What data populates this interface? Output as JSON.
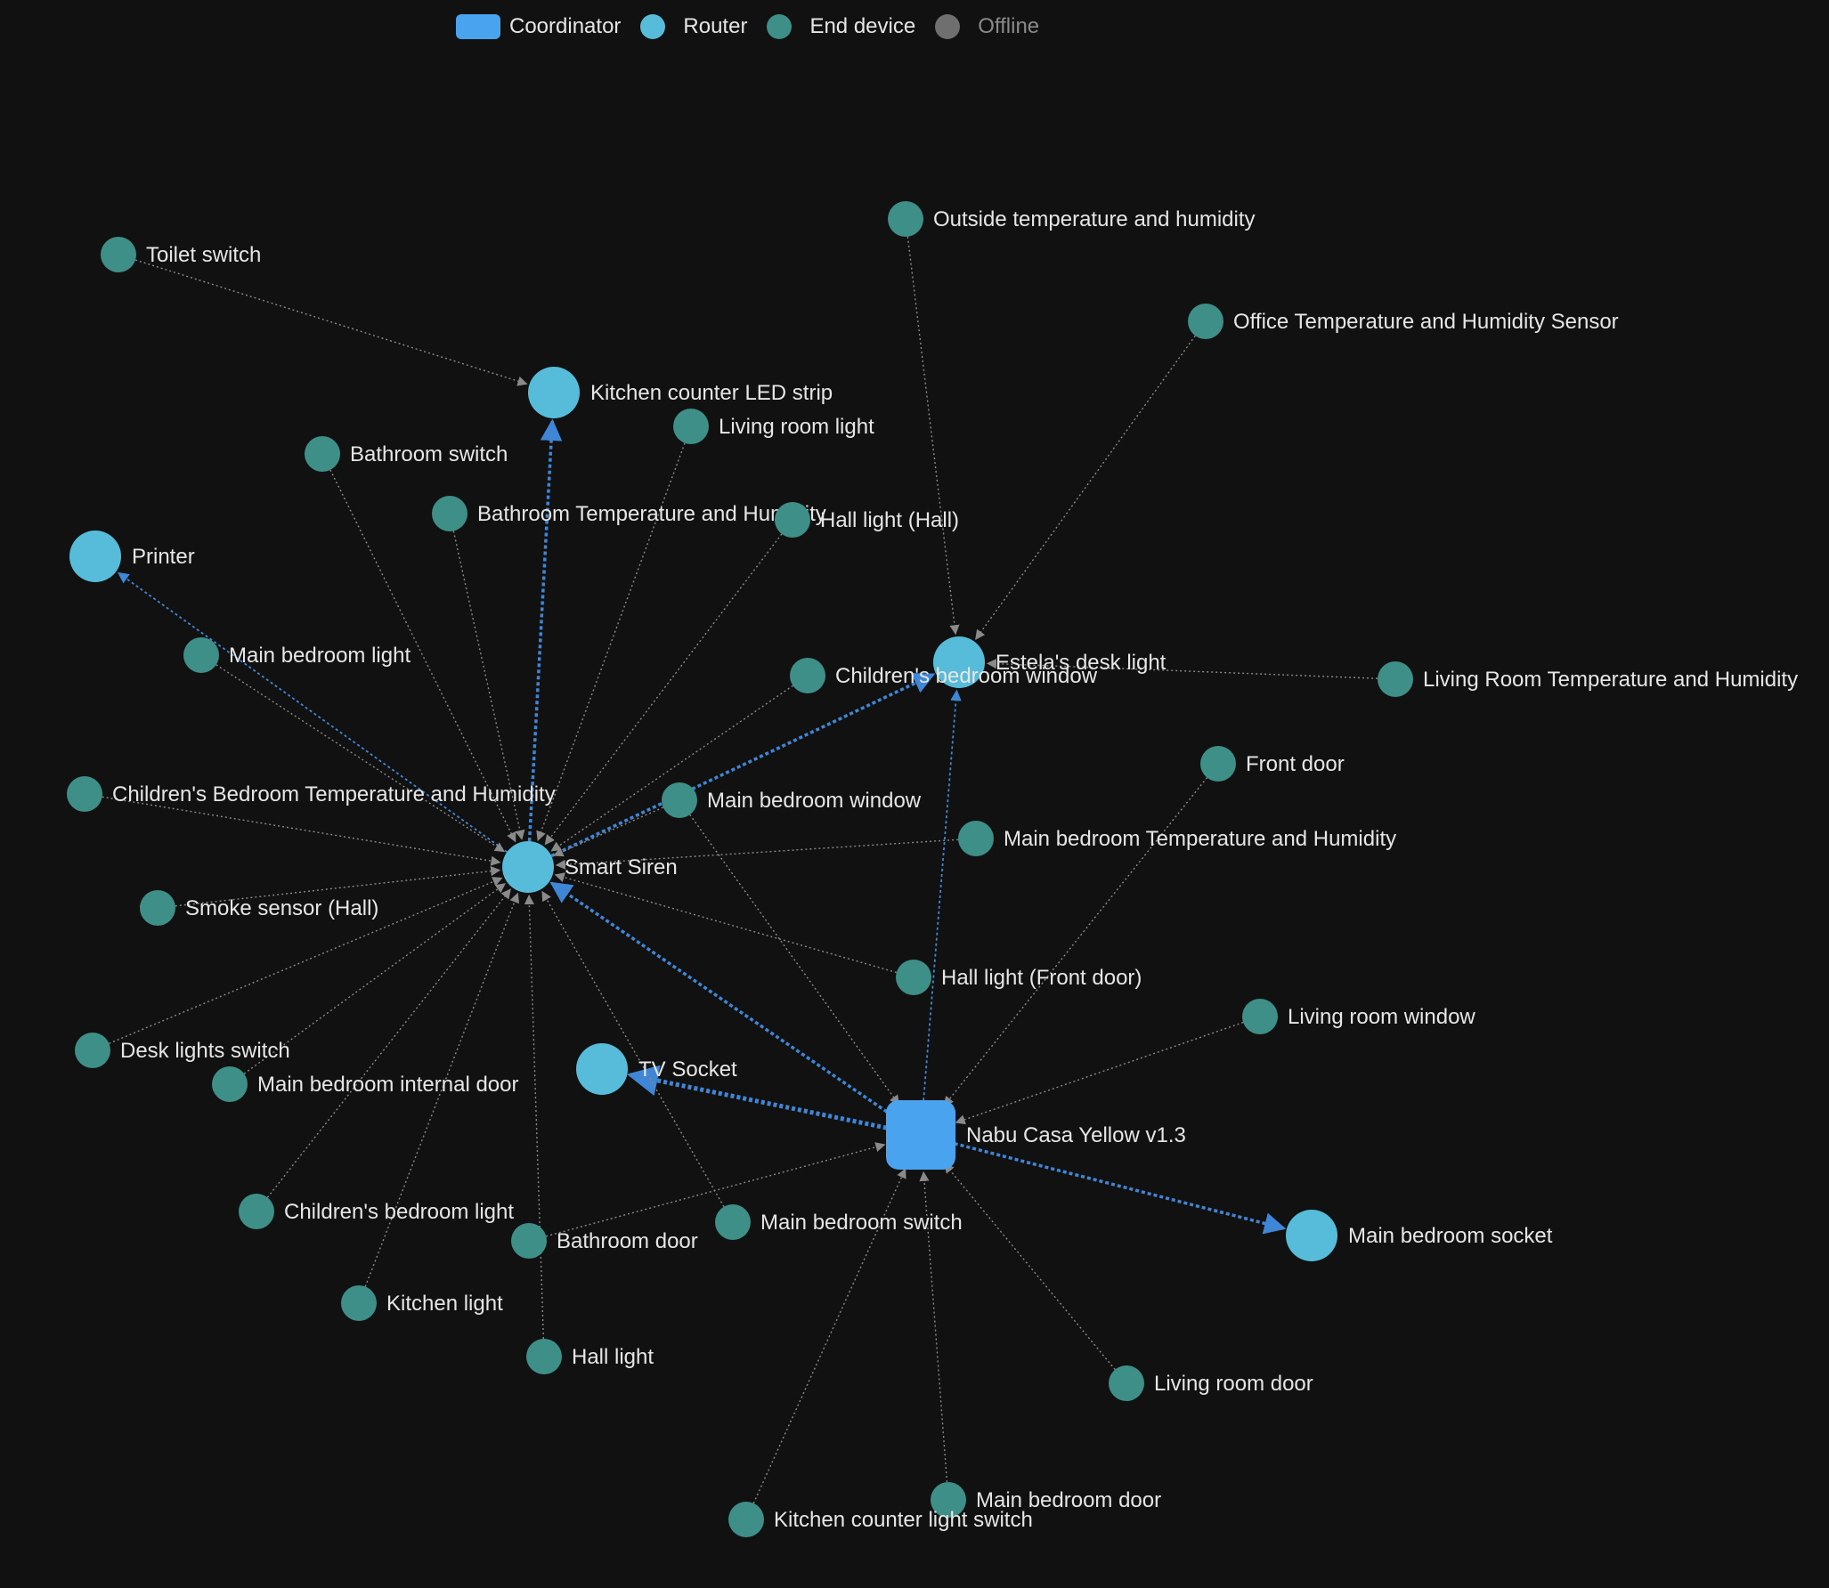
{
  "colors": {
    "background": "#111111",
    "coordinator": "#4aa3ee",
    "router": "#56bcd9",
    "end_device": "#3d8f87",
    "offline": "#6f6f6f",
    "label": "#e6e6e6",
    "legend_offline_text": "#8a8a8a",
    "edge_main": "#3f87d6",
    "edge_minor": "#8a8a8a"
  },
  "legend": [
    {
      "kind": "coordinator",
      "label": "Coordinator"
    },
    {
      "kind": "router",
      "label": "Router"
    },
    {
      "kind": "end_device",
      "label": "End device"
    },
    {
      "kind": "offline",
      "label": "Offline"
    }
  ],
  "nodes": [
    {
      "id": "nabu",
      "label": "Nabu Casa Yellow v1.3",
      "kind": "coordinator"
    },
    {
      "id": "siren",
      "label": "Smart Siren",
      "kind": "router"
    },
    {
      "id": "kitchen_led",
      "label": "Kitchen counter LED strip",
      "kind": "router"
    },
    {
      "id": "printer",
      "label": "Printer",
      "kind": "router"
    },
    {
      "id": "estela",
      "label": "Estela's desk light",
      "kind": "router"
    },
    {
      "id": "tv_socket",
      "label": "TV Socket",
      "kind": "router"
    },
    {
      "id": "mb_socket",
      "label": "Main bedroom socket",
      "kind": "router"
    },
    {
      "id": "toilet_switch",
      "label": "Toilet switch",
      "kind": "end_device"
    },
    {
      "id": "outside_temp",
      "label": "Outside temperature and humidity",
      "kind": "end_device"
    },
    {
      "id": "office_temp",
      "label": "Office Temperature and Humidity Sensor",
      "kind": "end_device"
    },
    {
      "id": "living_light",
      "label": "Living room light",
      "kind": "end_device"
    },
    {
      "id": "bath_switch",
      "label": "Bathroom switch",
      "kind": "end_device"
    },
    {
      "id": "bath_temp",
      "label": "Bathroom Temperature and Humidity",
      "kind": "end_device"
    },
    {
      "id": "hall_light_hall",
      "label": "Hall light (Hall)",
      "kind": "end_device"
    },
    {
      "id": "mb_light",
      "label": "Main bedroom light",
      "kind": "end_device"
    },
    {
      "id": "child_window",
      "label": "Children's bedroom window",
      "kind": "end_device"
    },
    {
      "id": "living_temp",
      "label": "Living Room Temperature and Humidity",
      "kind": "end_device"
    },
    {
      "id": "front_door",
      "label": "Front door",
      "kind": "end_device"
    },
    {
      "id": "child_temp",
      "label": "Children's Bedroom Temperature and Humidity",
      "kind": "end_device"
    },
    {
      "id": "mb_window",
      "label": "Main bedroom window",
      "kind": "end_device"
    },
    {
      "id": "mb_temp",
      "label": "Main bedroom Temperature and Humidity",
      "kind": "end_device"
    },
    {
      "id": "smoke",
      "label": "Smoke sensor (Hall)",
      "kind": "end_device"
    },
    {
      "id": "hall_light_front",
      "label": "Hall light (Front door)",
      "kind": "end_device"
    },
    {
      "id": "living_window",
      "label": "Living room window",
      "kind": "end_device"
    },
    {
      "id": "desk_switch",
      "label": "Desk lights switch",
      "kind": "end_device"
    },
    {
      "id": "mb_internal_door",
      "label": "Main bedroom internal door",
      "kind": "end_device"
    },
    {
      "id": "child_light",
      "label": "Children's bedroom light",
      "kind": "end_device"
    },
    {
      "id": "mb_switch",
      "label": "Main bedroom switch",
      "kind": "end_device"
    },
    {
      "id": "bath_door",
      "label": "Bathroom door",
      "kind": "end_device"
    },
    {
      "id": "kitchen_light",
      "label": "Kitchen light",
      "kind": "end_device"
    },
    {
      "id": "hall_light",
      "label": "Hall light",
      "kind": "end_device"
    },
    {
      "id": "living_door",
      "label": "Living room door",
      "kind": "end_device"
    },
    {
      "id": "mb_door",
      "label": "Main bedroom door",
      "kind": "end_device"
    },
    {
      "id": "kitchen_switch",
      "label": "Kitchen counter light switch",
      "kind": "end_device"
    }
  ],
  "edges": [
    {
      "from": "nabu",
      "to": "siren",
      "style": "main"
    },
    {
      "from": "nabu",
      "to": "tv_socket",
      "style": "main-thick"
    },
    {
      "from": "nabu",
      "to": "mb_socket",
      "style": "main"
    },
    {
      "from": "nabu",
      "to": "estela",
      "style": "main-thin"
    },
    {
      "from": "siren",
      "to": "kitchen_led",
      "style": "main"
    },
    {
      "from": "siren",
      "to": "estela",
      "style": "main"
    },
    {
      "from": "siren",
      "to": "printer",
      "style": "main-thin"
    },
    {
      "from": "toilet_switch",
      "to": "kitchen_led",
      "style": "minor"
    },
    {
      "from": "outside_temp",
      "to": "estela",
      "style": "minor"
    },
    {
      "from": "office_temp",
      "to": "estela",
      "style": "minor"
    },
    {
      "from": "living_temp",
      "to": "estela",
      "style": "minor"
    },
    {
      "from": "living_light",
      "to": "siren",
      "style": "minor"
    },
    {
      "from": "bath_switch",
      "to": "siren",
      "style": "minor"
    },
    {
      "from": "bath_temp",
      "to": "siren",
      "style": "minor"
    },
    {
      "from": "hall_light_hall",
      "to": "siren",
      "style": "minor"
    },
    {
      "from": "mb_light",
      "to": "siren",
      "style": "minor"
    },
    {
      "from": "child_window",
      "to": "siren",
      "style": "minor"
    },
    {
      "from": "child_temp",
      "to": "siren",
      "style": "minor"
    },
    {
      "from": "mb_window",
      "to": "siren",
      "style": "minor"
    },
    {
      "from": "mb_temp",
      "to": "siren",
      "style": "minor"
    },
    {
      "from": "smoke",
      "to": "siren",
      "style": "minor"
    },
    {
      "from": "hall_light_front",
      "to": "siren",
      "style": "minor"
    },
    {
      "from": "desk_switch",
      "to": "siren",
      "style": "minor"
    },
    {
      "from": "mb_internal_door",
      "to": "siren",
      "style": "minor"
    },
    {
      "from": "child_light",
      "to": "siren",
      "style": "minor"
    },
    {
      "from": "mb_switch",
      "to": "siren",
      "style": "minor"
    },
    {
      "from": "kitchen_light",
      "to": "siren",
      "style": "minor"
    },
    {
      "from": "hall_light",
      "to": "siren",
      "style": "minor"
    },
    {
      "from": "mb_window",
      "to": "nabu",
      "style": "minor"
    },
    {
      "from": "front_door",
      "to": "nabu",
      "style": "minor"
    },
    {
      "from": "living_window",
      "to": "nabu",
      "style": "minor"
    },
    {
      "from": "bath_door",
      "to": "nabu",
      "style": "minor"
    },
    {
      "from": "living_door",
      "to": "nabu",
      "style": "minor"
    },
    {
      "from": "mb_door",
      "to": "nabu",
      "style": "minor"
    },
    {
      "from": "kitchen_switch",
      "to": "nabu",
      "style": "minor"
    }
  ]
}
